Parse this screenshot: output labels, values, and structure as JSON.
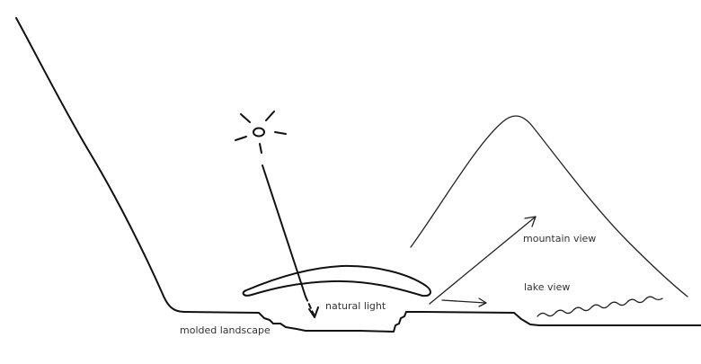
{
  "labels": {
    "mountain_view": "mountain view",
    "lake_view": "lake view",
    "natural_light": "natural light",
    "molded_landscape": "molded landscape"
  },
  "colors": {
    "ink": "#111111",
    "text": "#333333",
    "background": "#ffffff"
  }
}
